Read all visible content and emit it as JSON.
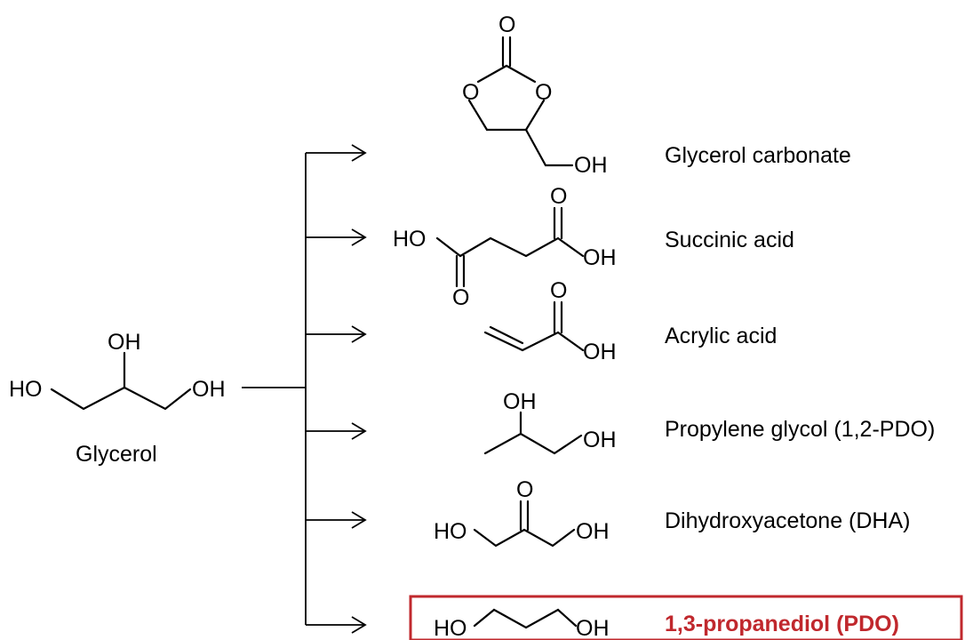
{
  "source": {
    "name": "Glycerol",
    "atoms": {
      "oh_top": "OH",
      "ho_left": "HO",
      "oh_right": "OH"
    }
  },
  "products": [
    {
      "name": "Glycerol carbonate",
      "highlighted": false,
      "atoms": {
        "o_carbonyl": "O",
        "o_ring_left": "O",
        "o_ring_right": "O",
        "oh": "OH"
      }
    },
    {
      "name": "Succinic acid",
      "highlighted": false,
      "atoms": {
        "ho": "HO",
        "o_top": "O",
        "oh": "OH",
        "o_bottom": "O"
      }
    },
    {
      "name": "Acrylic acid",
      "highlighted": false,
      "atoms": {
        "o": "O",
        "oh": "OH"
      }
    },
    {
      "name": "Propylene glycol (1,2-PDO)",
      "highlighted": false,
      "atoms": {
        "oh_top": "OH",
        "oh_right": "OH"
      }
    },
    {
      "name": "Dihydroxyacetone (DHA)",
      "highlighted": false,
      "atoms": {
        "o": "O",
        "ho": "HO",
        "oh": "OH"
      }
    },
    {
      "name": "1,3-propanediol (PDO)",
      "highlighted": true,
      "atoms": {
        "ho": "HO",
        "oh": "OH"
      }
    }
  ],
  "colors": {
    "highlight": "#c0282d",
    "line": "#000000"
  }
}
